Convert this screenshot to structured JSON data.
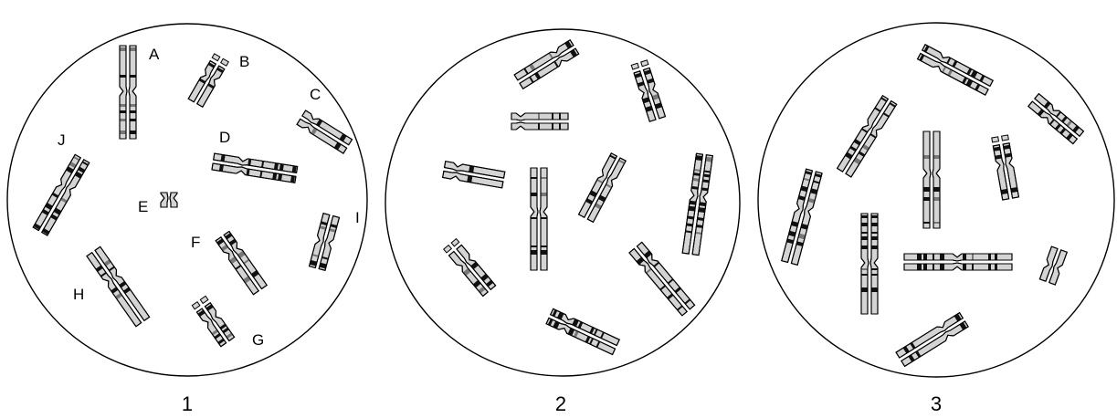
{
  "cells": [
    {
      "number": "1",
      "chromosomes": [
        {
          "label": "A",
          "type": "metacentric",
          "len": "long",
          "bands": "std",
          "arms": "pair"
        },
        {
          "label": "B",
          "type": "satellite",
          "len": "short",
          "bands": "dark",
          "arms": "pair"
        },
        {
          "label": "C",
          "type": "acrocentric",
          "len": "long",
          "bands": "std",
          "arms": "pair"
        },
        {
          "label": "D",
          "type": "submeta",
          "len": "long",
          "bands": "std",
          "arms": "pair"
        },
        {
          "label": "E",
          "type": "tiny",
          "len": "tiny",
          "bands": "dark",
          "arms": "pair"
        },
        {
          "label": "F",
          "type": "acrocentric",
          "len": "medium",
          "bands": "std",
          "arms": "pair"
        },
        {
          "label": "G",
          "type": "satellite",
          "len": "short",
          "bands": "dark",
          "arms": "pair"
        },
        {
          "label": "H",
          "type": "submeta",
          "len": "long",
          "bands": "std",
          "arms": "pair"
        },
        {
          "label": "I",
          "type": "metacentric",
          "len": "medium",
          "bands": "dark",
          "arms": "pair"
        },
        {
          "label": "J",
          "type": "submeta",
          "len": "long",
          "bands": "dark",
          "arms": "pair"
        }
      ]
    },
    {
      "number": "2",
      "chromosomes": []
    },
    {
      "number": "3",
      "chromosomes": []
    }
  ]
}
